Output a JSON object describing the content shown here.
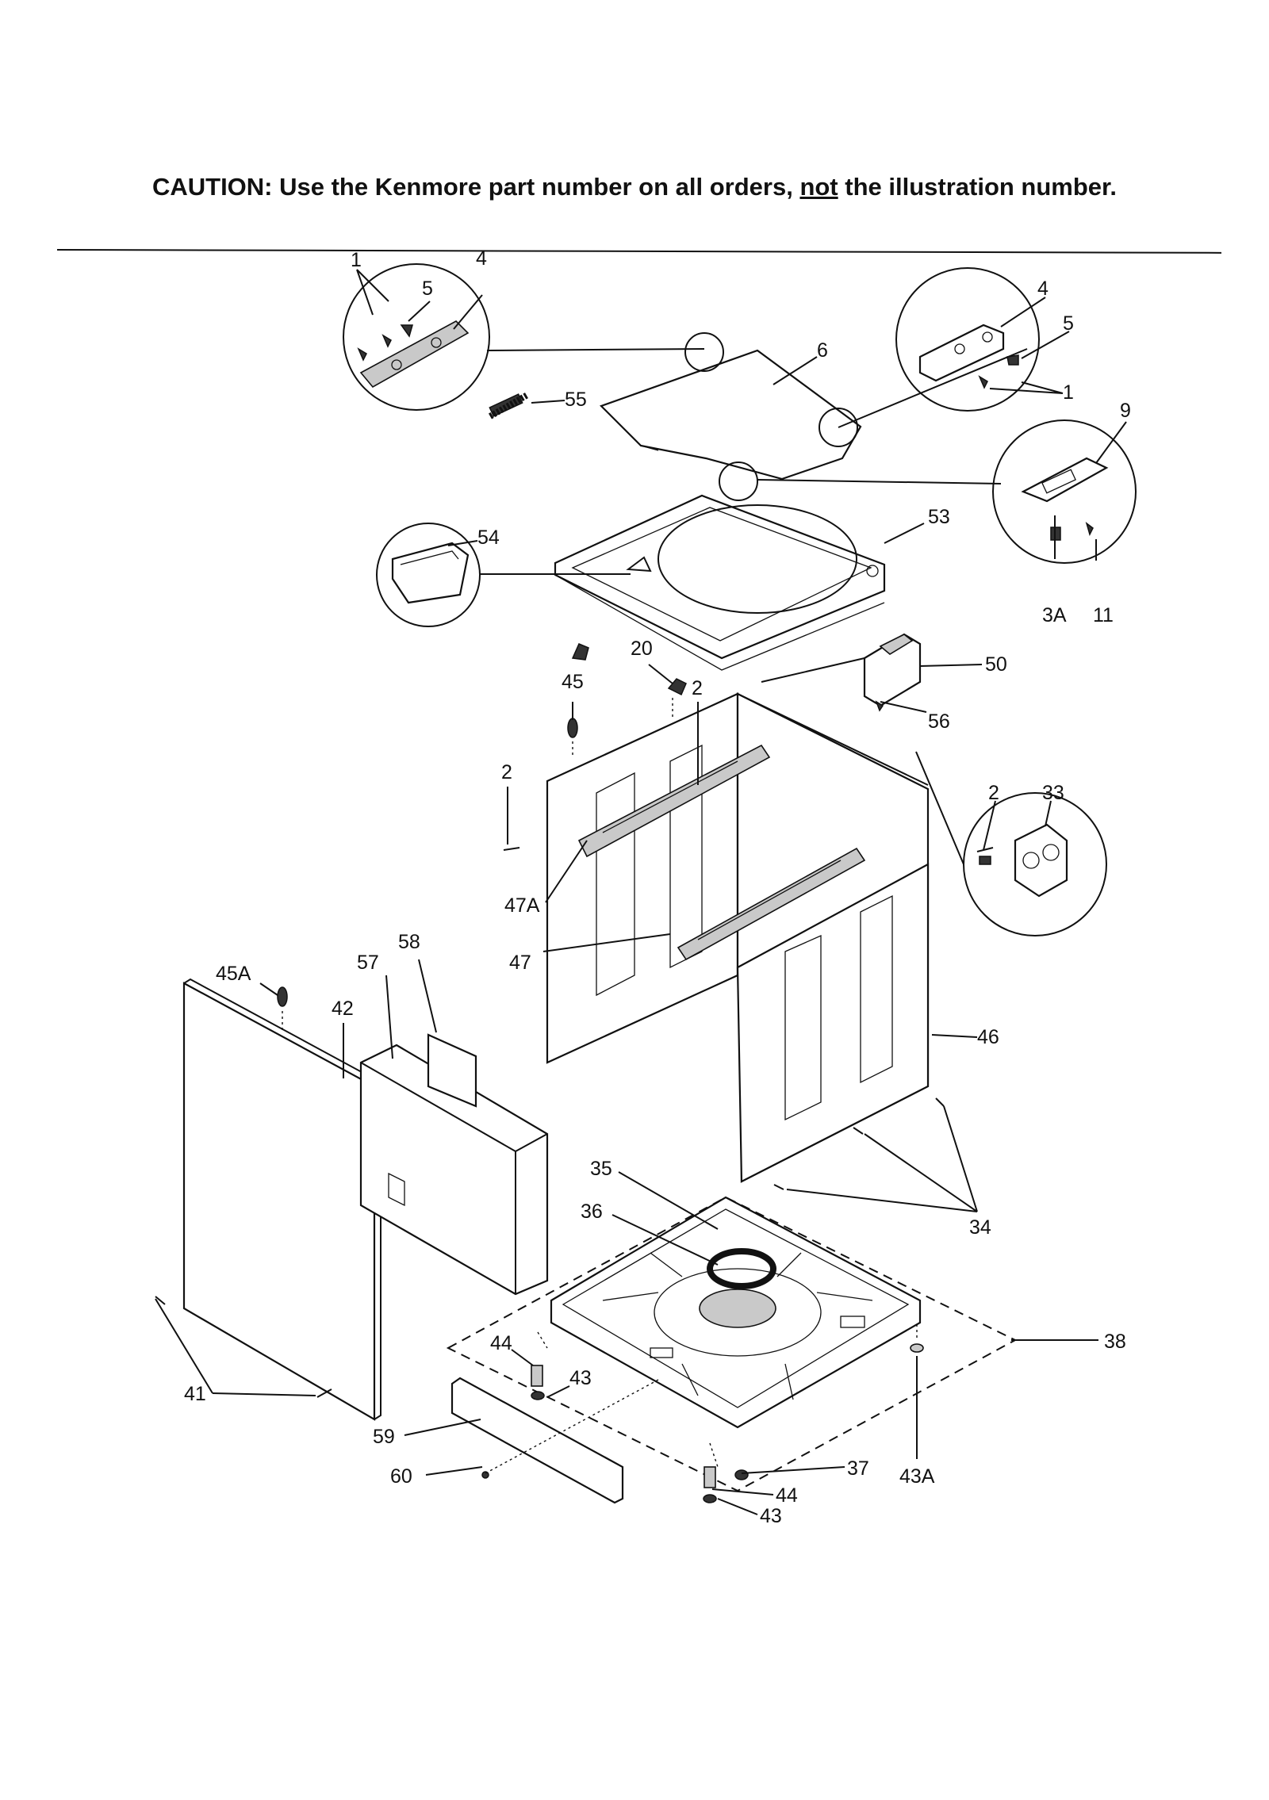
{
  "caption": {
    "before": "CAUTION: Use the Kenmore part number on all orders, ",
    "emphasis": "not",
    "after": " the illustration number."
  },
  "callouts": {
    "c1_tl": "1",
    "c5_tl": "5",
    "c4_tl": "4",
    "c55": "55",
    "c6": "6",
    "c4_tr": "4",
    "c5_tr": "5",
    "c1_tr": "1",
    "c9": "9",
    "c53": "53",
    "c54": "54",
    "c3a": "3A",
    "c11": "11",
    "c20": "20",
    "c50": "50",
    "c56": "56",
    "c45": "45",
    "c2_top": "2",
    "c2_left": "2",
    "c2_right": "2",
    "c33": "33",
    "c47a": "47A",
    "c47": "47",
    "c58": "58",
    "c57": "57",
    "c45a": "45A",
    "c42": "42",
    "c46": "46",
    "c35": "35",
    "c36": "36",
    "c34": "34",
    "c38": "38",
    "c44_left": "44",
    "c43_left": "43",
    "c41": "41",
    "c59": "59",
    "c60": "60",
    "c37": "37",
    "c44_right": "44",
    "c43_right": "43",
    "c43a": "43A"
  }
}
